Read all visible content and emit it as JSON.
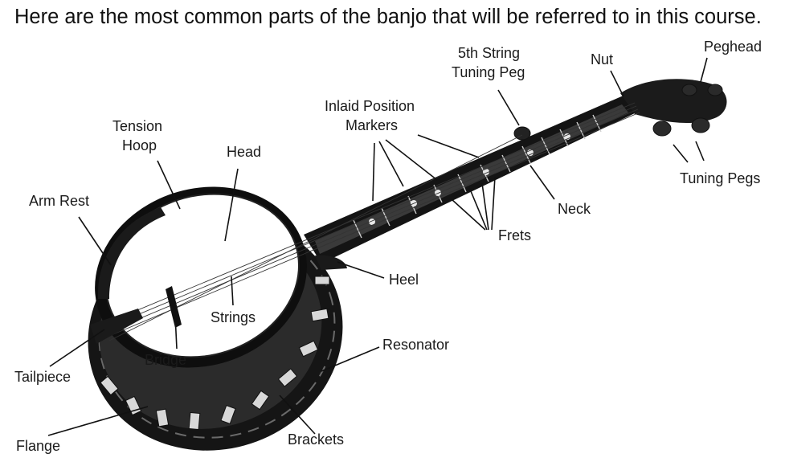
{
  "intro_text": "Here are the most common parts of the banjo that will be referred to in this course.",
  "labels": {
    "fifth_string_line1": "5th String",
    "fifth_string_line2": "Tuning Peg",
    "nut": "Nut",
    "peghead": "Peghead",
    "inlaid_line1": "Inlaid Position",
    "inlaid_line2": "Markers",
    "tension_line1": "Tension",
    "tension_line2": "Hoop",
    "head": "Head",
    "tuning_pegs": "Tuning Pegs",
    "arm_rest": "Arm Rest",
    "neck": "Neck",
    "frets": "Frets",
    "heel": "Heel",
    "strings": "Strings",
    "resonator": "Resonator",
    "bridge": "Bridge",
    "tailpiece": "Tailpiece",
    "brackets": "Brackets",
    "flange": "Flange"
  }
}
